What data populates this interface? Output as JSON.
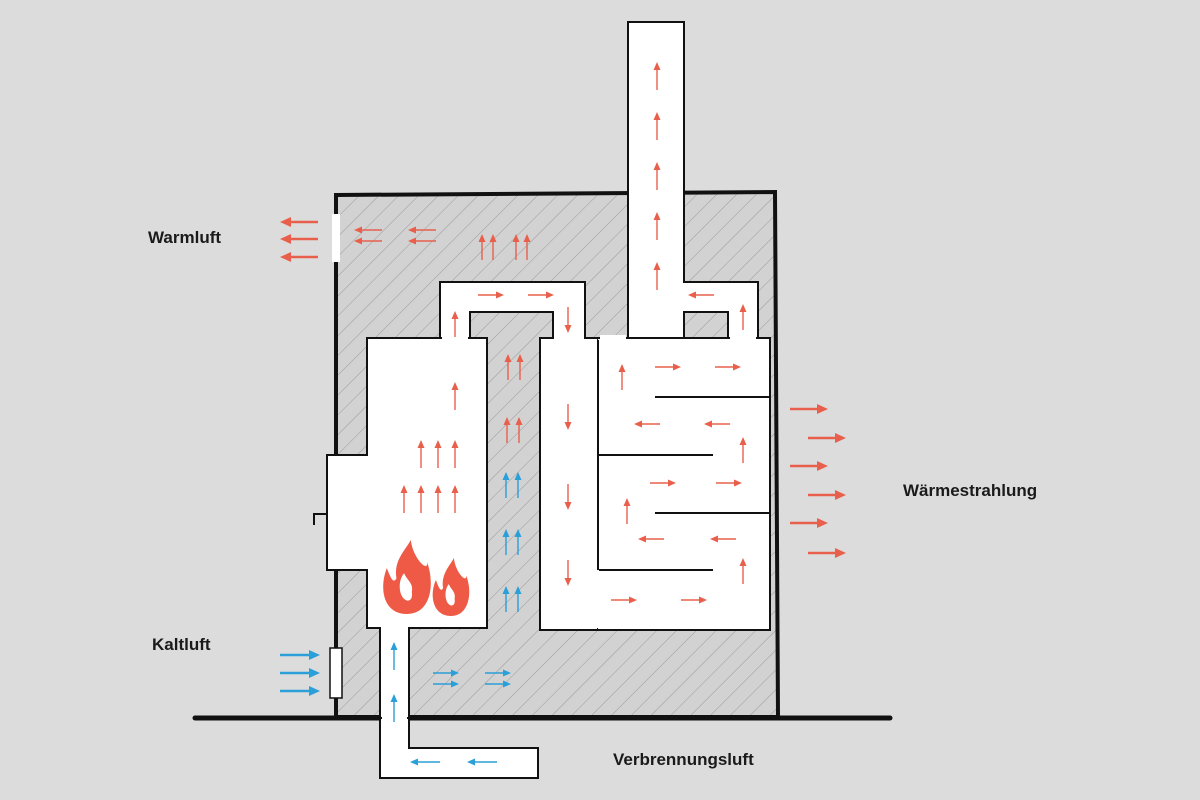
{
  "labels": {
    "warm_air": "Warmluft",
    "cold_air": "Kaltluft",
    "heat_radiation": "Wärmestrahlung",
    "combustion_air": "Verbrennungsluft"
  },
  "colors": {
    "background": "#dcdcdc",
    "hatch_fill": "#d2d2d2",
    "hatch_line": "#9a9a9a",
    "channel": "#ffffff",
    "outline": "#111111",
    "hot_arrow": "#e8604c",
    "cold_arrow": "#2a9fd8",
    "flame": "#ee5a45"
  },
  "icons": {
    "hot": "hot-air-arrow-icon",
    "cold": "cold-air-arrow-icon",
    "flame": "flame-icon"
  }
}
